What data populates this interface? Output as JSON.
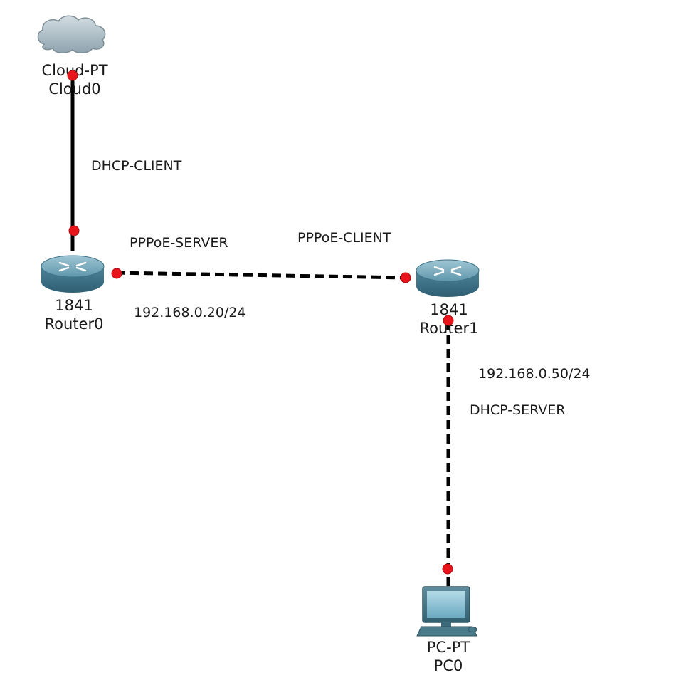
{
  "devices": {
    "cloud0": {
      "model": "Cloud-PT",
      "name": "Cloud0",
      "icon": "cloud-icon"
    },
    "router0": {
      "model": "1841",
      "name": "Router0",
      "icon": "router-icon"
    },
    "router1": {
      "model": "1841",
      "name": "Router1",
      "icon": "router-icon"
    },
    "pc0": {
      "model": "PC-PT",
      "name": "PC0",
      "icon": "pc-icon"
    }
  },
  "links": {
    "cloud_router0": {
      "type": "solid",
      "label": "DHCP-CLIENT"
    },
    "router0_router1": {
      "type": "dashed",
      "label_left": "PPPoE-SERVER",
      "label_right": "PPPoE-CLIENT",
      "ip": "192.168.0.20/24"
    },
    "router1_pc0": {
      "type": "dashed",
      "ip": "192.168.0.50/24",
      "label": "DHCP-SERVER"
    }
  },
  "colors": {
    "port_dot": "#e8141b",
    "link": "#000000",
    "router_body": "#5a93a8",
    "cloud": "#a9bac3",
    "pc_screen": "#7db6cc"
  }
}
